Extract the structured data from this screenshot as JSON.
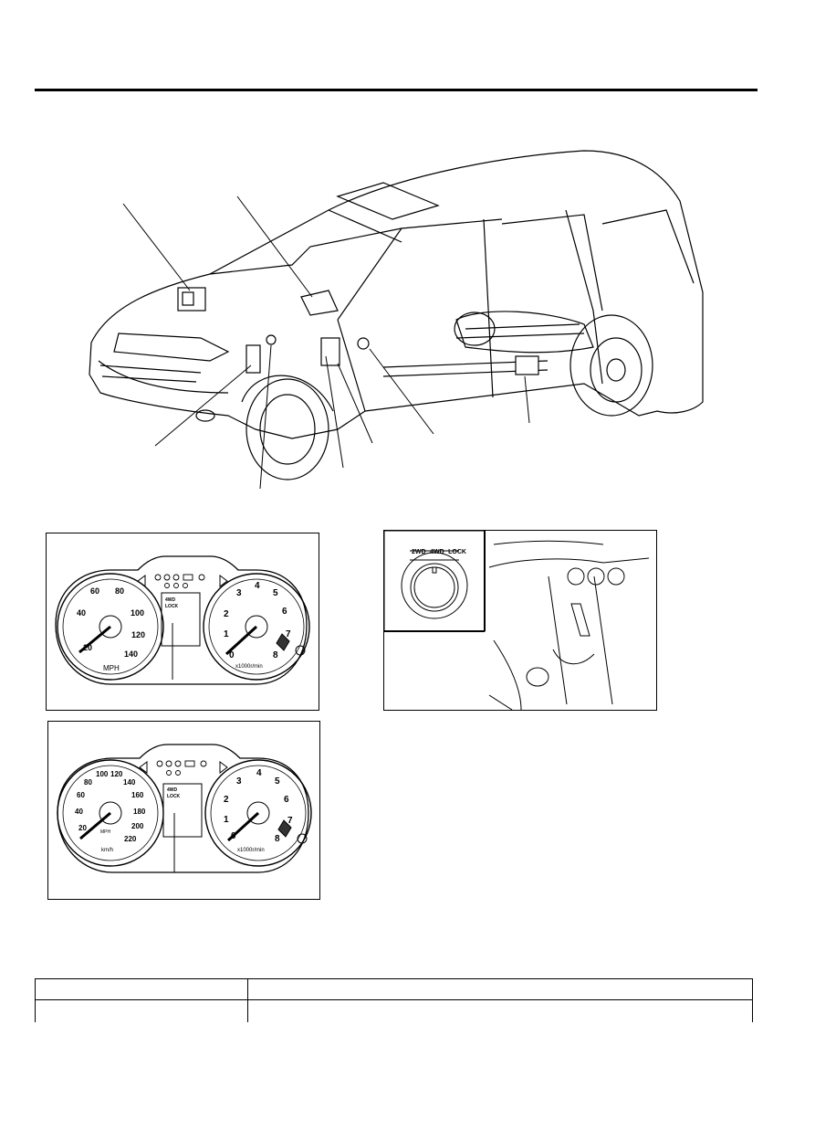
{
  "cluster_mph": {
    "speed_ticks": [
      "20",
      "40",
      "60",
      "80",
      "100",
      "120",
      "140"
    ],
    "speed_unit": "MPH",
    "tacho_ticks": [
      "0",
      "1",
      "2",
      "3",
      "4",
      "5",
      "6",
      "7",
      "8"
    ],
    "tacho_unit": "x1000r/min",
    "indicator": {
      "line1": "4WD",
      "line2": "LOCK"
    }
  },
  "cluster_kmh": {
    "speed_ticks": [
      "20",
      "40",
      "60",
      "80",
      "100",
      "120",
      "140",
      "160",
      "180",
      "200",
      "220"
    ],
    "speed_unit": "km/h",
    "speed_inner_unit": "MPH",
    "tacho_ticks": [
      "0",
      "1",
      "2",
      "3",
      "4",
      "5",
      "6",
      "7",
      "8"
    ],
    "tacho_unit": "x1000r/min",
    "indicator": {
      "line1": "4WD",
      "line2": "LOCK"
    }
  },
  "selector": {
    "positions": [
      "2WD",
      "4WD",
      "LOCK"
    ]
  },
  "table": {
    "rows": [
      [
        "",
        ""
      ],
      [
        "",
        ""
      ]
    ]
  }
}
